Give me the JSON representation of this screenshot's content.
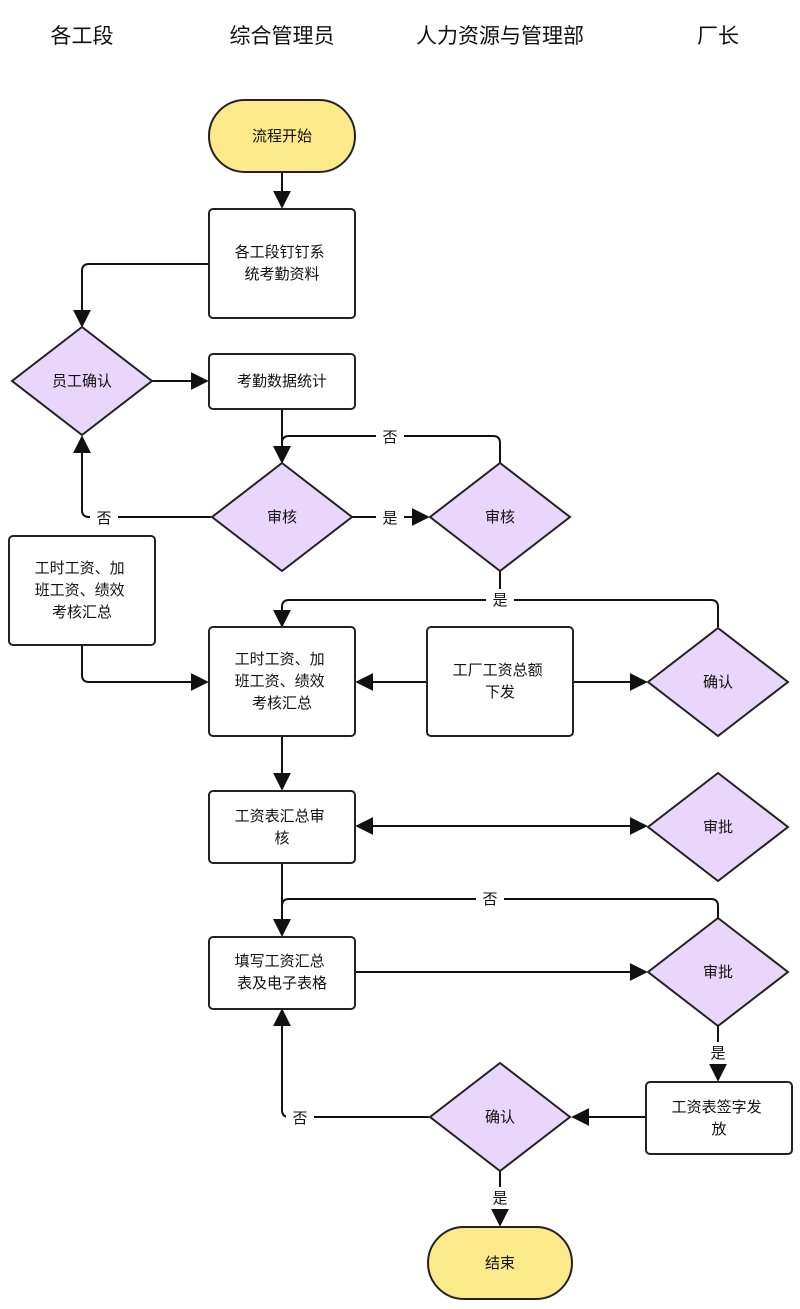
{
  "lanes": [
    "各工段",
    "综合管理员",
    "人力资源与管理部",
    "厂长"
  ],
  "colors": {
    "terminal_fill": "#fbe98a",
    "decision_fill": "#e8d6fb",
    "process_fill": "#ffffff",
    "stroke": "#222222"
  },
  "nodes": {
    "start": [
      "流程开始"
    ],
    "collect": [
      "各工段钉钉系",
      "统考勤资料"
    ],
    "confirm1": [
      "员工确认"
    ],
    "stats": [
      "考勤数据统计"
    ],
    "review1": [
      "审核"
    ],
    "review2": [
      "审核"
    ],
    "left_summary": [
      "工时工资、加",
      "班工资、绩效",
      "考核汇总"
    ],
    "summary": [
      "工时工资、加",
      "班工资、绩效",
      "考核汇总"
    ],
    "issue": [
      "工厂工资总额",
      "下发"
    ],
    "confirm2": [
      "确认"
    ],
    "sheet_review": [
      "工资表汇总审",
      "核"
    ],
    "approve1": [
      "审批"
    ],
    "fill": [
      "填写工资汇总",
      "表及电子表格"
    ],
    "approve2": [
      "审批"
    ],
    "sign": [
      "工资表签字发",
      "放"
    ],
    "confirm3": [
      "确认"
    ],
    "end": [
      "结束"
    ]
  },
  "edge_labels": {
    "no": "否",
    "yes": "是"
  }
}
